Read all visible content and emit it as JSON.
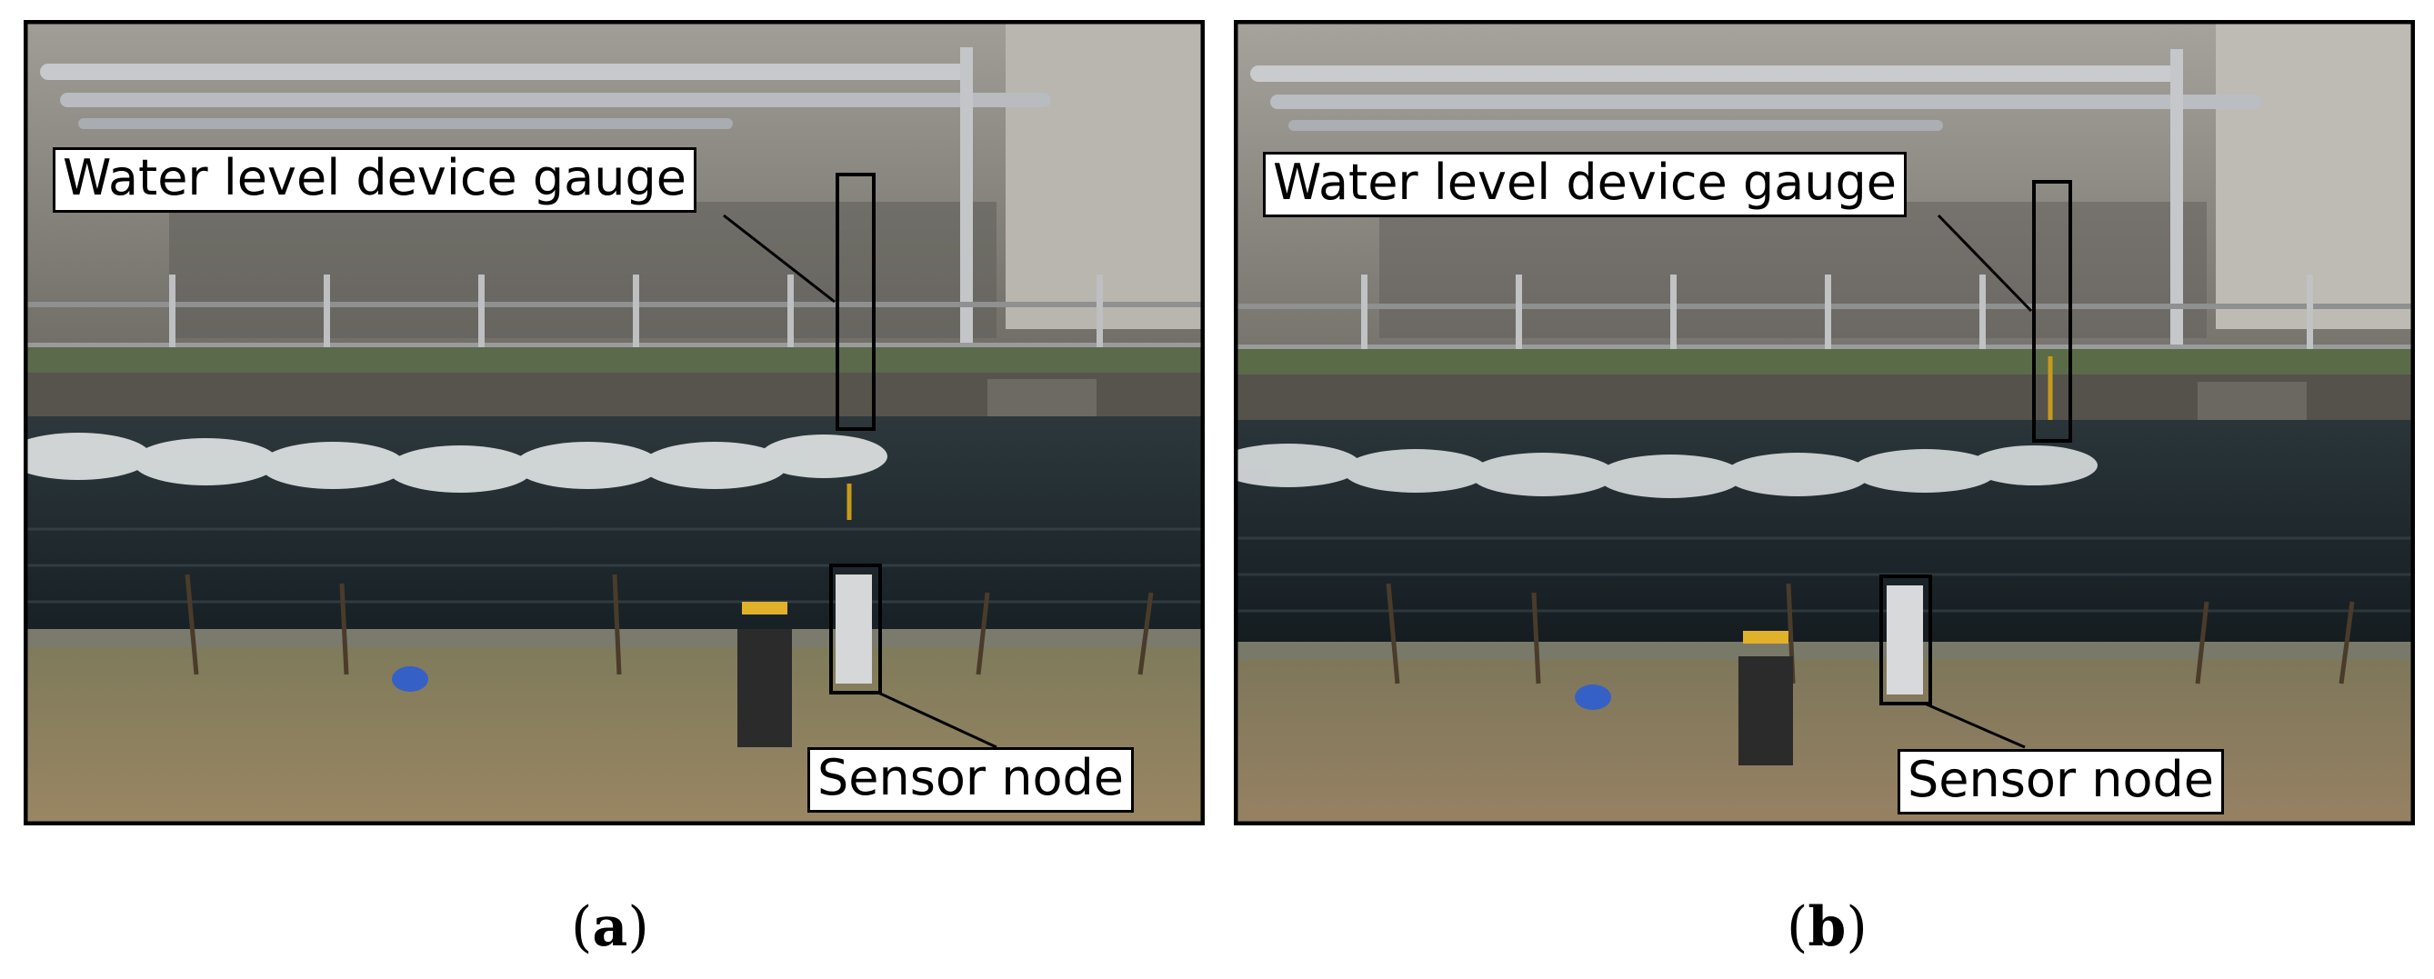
{
  "figure": {
    "panels": [
      {
        "id": "a",
        "caption": "a",
        "callouts": {
          "gauge_label": "Water level device gauge",
          "sensor_label": "Sensor node"
        }
      },
      {
        "id": "b",
        "caption": "b",
        "callouts": {
          "gauge_label": "Water level device gauge",
          "sensor_label": "Sensor node"
        }
      }
    ],
    "colors": {
      "concrete": "#8e8a84",
      "water": "#1f2a2e",
      "foam": "#d9dedf",
      "grass": "#8a7a55",
      "frame": "#000000"
    }
  }
}
